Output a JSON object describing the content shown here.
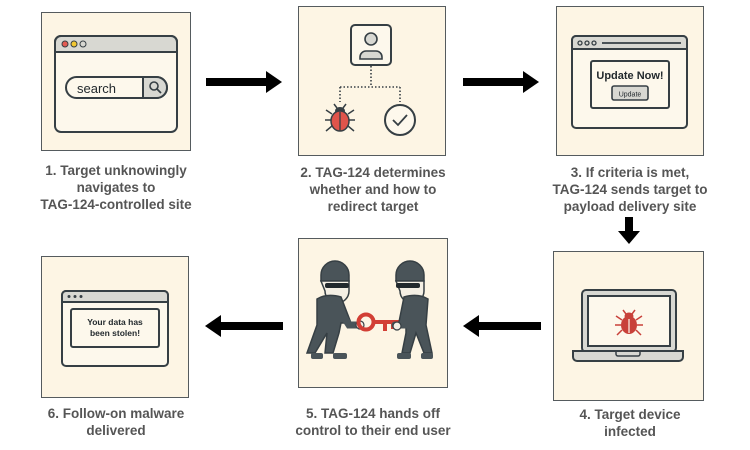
{
  "steps": [
    {
      "id": 1,
      "caption_lines": [
        "1. Target unknowingly",
        "navigates to",
        "TAG-124-controlled site"
      ],
      "search_text": "search"
    },
    {
      "id": 2,
      "caption_lines": [
        "2. TAG-124 determines",
        "whether and how to",
        "redirect target"
      ]
    },
    {
      "id": 3,
      "caption_lines": [
        "3. If criteria is met,",
        "TAG-124 sends target to",
        "payload delivery site"
      ],
      "popup_title": "Update Now!",
      "popup_button": "Update"
    },
    {
      "id": 4,
      "caption_lines": [
        "4. Target device",
        "infected"
      ]
    },
    {
      "id": 5,
      "caption_lines": [
        "5. TAG-124 hands off",
        "control to their end user"
      ]
    },
    {
      "id": 6,
      "caption_lines": [
        "6. Follow-on malware",
        "delivered"
      ],
      "message_lines": [
        "Your data has",
        "been stolen!"
      ]
    }
  ],
  "colors": {
    "panel_bg": "#fdf5e4",
    "ink": "#363f44",
    "accent_red": "#d2463c",
    "chrome_gray": "#d8d8d2",
    "caption": "#555555"
  },
  "flow": [
    "1->2",
    "2->3",
    "3->4",
    "4->5",
    "5->6"
  ]
}
